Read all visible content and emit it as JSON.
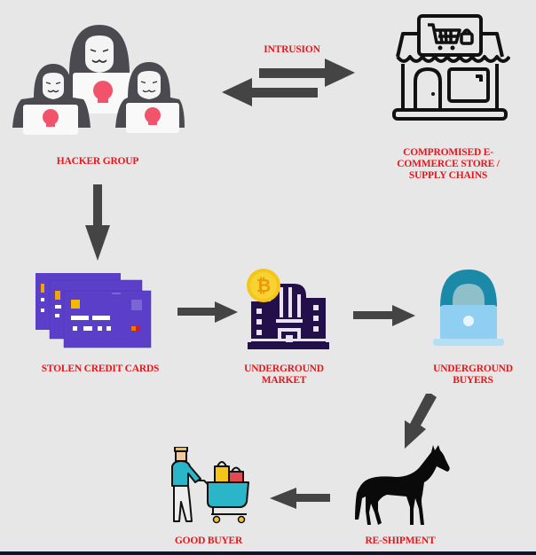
{
  "nodes": {
    "hacker_group": {
      "label": "HACKER GROUP"
    },
    "compromised_store": {
      "label_lines": [
        "COMPROMISED E-",
        "COMMERCE STORE /",
        "SUPPLY CHAINS"
      ]
    },
    "stolen_cards": {
      "label": "STOLEN CREDIT CARDS"
    },
    "underground_market": {
      "label_lines": [
        "UNDERGROUND",
        "MARKET"
      ]
    },
    "underground_buyers": {
      "label_lines": [
        "UNDERGROUND",
        "BUYERS"
      ]
    },
    "reshipment": {
      "label": "RE-SHIPMENT"
    },
    "good_buyer": {
      "label": "GOOD BUYER"
    }
  },
  "edges": {
    "intrusion": {
      "label": "INTRUSION"
    }
  },
  "colors": {
    "label": "#e3171c",
    "arrow": "#444444",
    "background": "#e7e7e7",
    "card": "#5b3fc9",
    "building": "#23104a",
    "coin": "#f5c518",
    "buyer_hood": "#1a8aa8",
    "laptop_blue": "#8fd0f2",
    "skull": "#f2536a"
  },
  "icons": {
    "hacker_group": "hacker-group-icon",
    "store": "store-icon",
    "cards": "credit-cards-icon",
    "market": "building-bitcoin-icon",
    "buyer": "hooded-buyer-laptop-icon",
    "horse": "horse-icon",
    "shopper": "shopper-cart-icon"
  }
}
